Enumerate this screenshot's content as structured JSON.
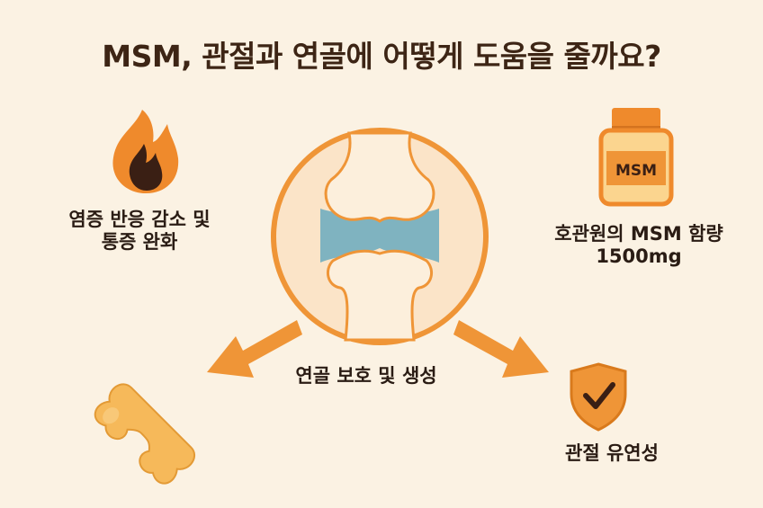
{
  "title": "MSM, 관절과 연골에 어떻게 도움을 줄까요?",
  "benefits": {
    "inflammation_line1": "염증 반응 감소 및",
    "inflammation_line2": "통증 완화",
    "msm_content_line1": "호관원의 MSM 함량",
    "msm_content_line2": "1500mg",
    "cartilage": "연골 보호 및 생성",
    "flexibility": "관절 유연성"
  },
  "jar_label": "MSM",
  "icons": {
    "flame": "flame-icon",
    "jar": "supplement-jar-icon",
    "joint": "knee-joint-icon",
    "bone": "bone-icon",
    "shield": "shield-check-icon"
  },
  "colors": {
    "background": "#fbf2e3",
    "accent_orange": "#ef9537",
    "cartilage_blue": "#7fb3c0",
    "bone_fill": "#fbe1c1",
    "text_dark": "#2e1f16"
  }
}
